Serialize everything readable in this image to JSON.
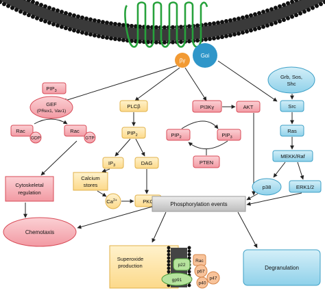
{
  "colors": {
    "red_fill": "#f6a6ad",
    "red_stroke": "#d84b57",
    "yellow_fill": "#fde5a6",
    "yellow_stroke": "#e0b14a",
    "blue_fill": "#a8dcee",
    "blue_stroke": "#3c9fc6",
    "gray_fill": "#d4d4d4",
    "receptor": "#27a23c",
    "membrane_dark": "#161616",
    "g_beta_gamma": "#f29a33",
    "g_alpha": "#2f96c9"
  },
  "g_protein": {
    "beta_gamma": "βγ",
    "alpha": "Gαi"
  },
  "left": {
    "pip3": "PIP",
    "pip3_sub": "3",
    "gef": "GEF",
    "gef_detail": "(PRex1, Vav1)",
    "rac_a": "Rac",
    "gdp": "GDP",
    "rac_b": "Rac",
    "gtp": "GTP",
    "cyto_line1": "Cytoskeletal",
    "cyto_line2": "regulation",
    "chemotaxis": "Chemotaxis"
  },
  "plc": {
    "plc_main": "PLC",
    "plc_beta": "β",
    "pip2": "PIP",
    "pip2_sub": "2",
    "ip3": "IP",
    "ip3_sub": "3",
    "dag": "DAG",
    "calcium_line1": "Calcium",
    "calcium_line2": "stores",
    "ca": "Ca",
    "ca_sup": "2+",
    "pkc": "PKC"
  },
  "pi3k": {
    "pi3k_main": "PI3K",
    "pi3k_gamma": "γ",
    "akt": "AKT",
    "pip2": "PIP",
    "pip2_sub": "2",
    "pip3": "PIP",
    "pip3_sub": "3",
    "pten": "PTEN"
  },
  "mapk": {
    "grb_line1": "Grb, Sos,",
    "grb_line2": "Shc",
    "src": "Src",
    "ras": "Ras",
    "mekk": "MEKK/Raf",
    "p38": "p38",
    "erk": "ERK1/2"
  },
  "bottom": {
    "phospho": "Phosphorylation events",
    "superoxide_line1": "Superoxide",
    "superoxide_line2": "production",
    "p22": "p22",
    "gp91": "gp91",
    "rac": "Rac",
    "p67": "p67",
    "p47": "p47",
    "p40": "p40",
    "degranulation": "Degranulation"
  }
}
